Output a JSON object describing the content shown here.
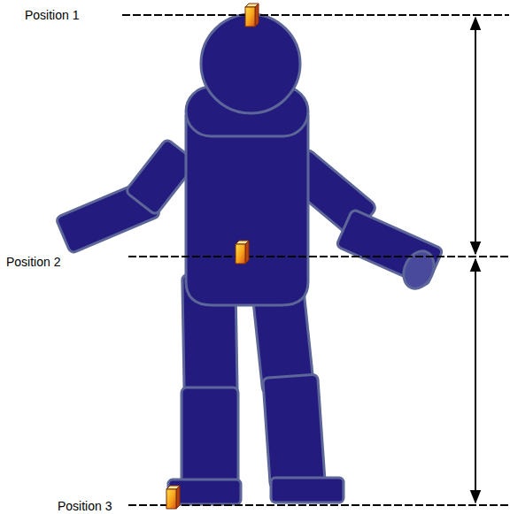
{
  "diagram": {
    "labels": [
      "Position 1",
      "Position 2",
      "Position 3"
    ]
  }
}
